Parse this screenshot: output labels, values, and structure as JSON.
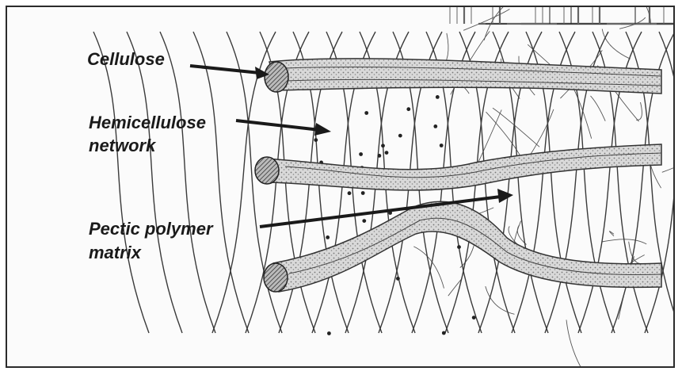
{
  "labels": {
    "cellulose": "Cellulose",
    "hemicellulose_line1": "Hemicellulose",
    "hemicellulose_line2": "network",
    "pectic_line1": "Pectic polymer",
    "pectic_line2": "matrix"
  },
  "colors": {
    "ink": "#1a1a1a",
    "fiber": "#8a8a8a",
    "fiber_light": "#cfcfcf",
    "background": "#fbfbfb",
    "frame": "#2b2b2b"
  }
}
